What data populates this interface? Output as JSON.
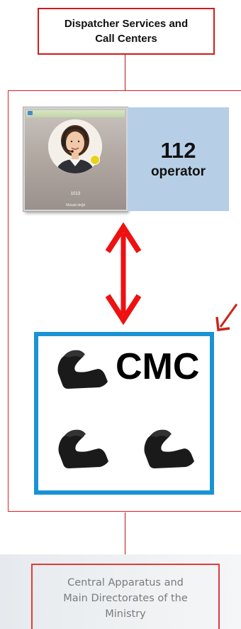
{
  "top_box": {
    "label": "Dispatcher Services and\nCall Centers"
  },
  "operator": {
    "number": "112",
    "label": "operator",
    "card_extension": "1013",
    "card_status": "Müsait değil"
  },
  "cmc": {
    "label": "CMC",
    "phone_icon_count": 3
  },
  "bottom_box": {
    "label": "Central Apparatus and\nMain Directorates of the\nMinistry"
  },
  "colors": {
    "border_red": "#e02020",
    "arrow_red": "#ee1111",
    "cmc_blue": "#1a93d6",
    "panel_blue": "#b7cfe6"
  }
}
